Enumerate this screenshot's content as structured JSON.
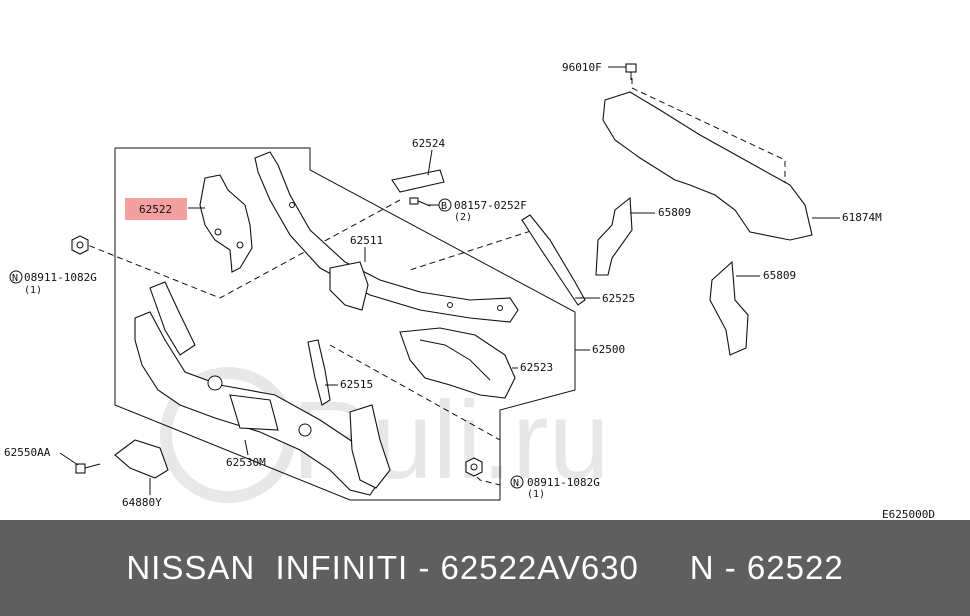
{
  "diagram": {
    "highlight_color": "#f4a0a0",
    "labels": {
      "p96010F": "96010F",
      "p62524": "62524",
      "p08157": "08157-0252F",
      "p08157_qty": "(2)",
      "p08157_letter": "B",
      "p62522": "62522",
      "p08911a": "08911-1082G",
      "p08911a_qty": "(1)",
      "p08911a_letter": "N",
      "p62511": "62511",
      "p65809a": "65809",
      "p61874M": "61874M",
      "p65809b": "65809",
      "p62525": "62525",
      "p62500": "62500",
      "p62523": "62523",
      "p62515": "62515",
      "p62550AA": "62550AA",
      "p62530M": "62530M",
      "p08911b": "08911-1082G",
      "p08911b_qty": "(1)",
      "p08911b_letter": "N",
      "p64880Y": "64880Y",
      "diagram_code": "E625000D"
    },
    "watermark": "Ruli.ru"
  },
  "footer": {
    "text": "NISSAN  INFINITI - 62522AV630     N - 62522"
  }
}
